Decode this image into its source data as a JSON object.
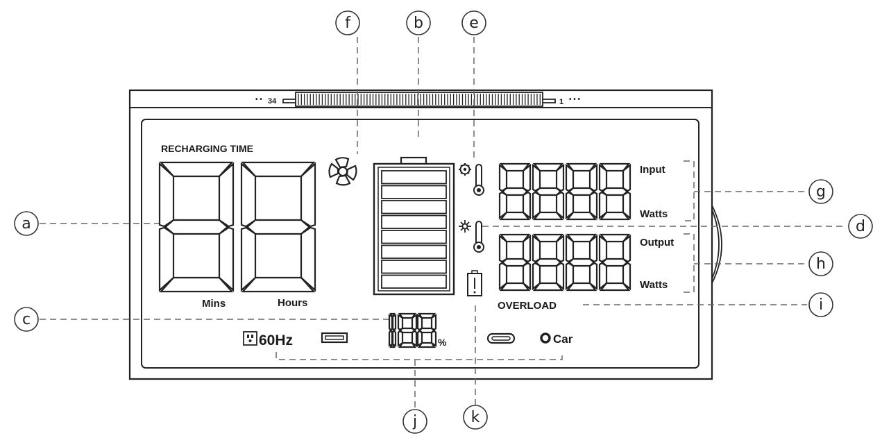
{
  "labels": {
    "recharging_time": "RECHARGING TIME",
    "mins": "Mins",
    "hours": "Hours",
    "input": "Input",
    "input_watts": "Watts",
    "output": "Output",
    "output_watts": "Watts",
    "overload": "OVERLOAD",
    "hz": "60Hz",
    "percent": "%",
    "car": "Car",
    "scale_left": "34",
    "scale_right": "1"
  },
  "callouts": [
    "a",
    "b",
    "c",
    "d",
    "e",
    "f",
    "g",
    "h",
    "i",
    "j",
    "k"
  ],
  "icons": [
    "fan-icon",
    "battery-icon",
    "cold-thermometer-icon",
    "hot-thermometer-icon",
    "low-battery-icon",
    "ac-outlet-icon",
    "usb-a-icon",
    "usb-c-icon",
    "car-icon"
  ]
}
